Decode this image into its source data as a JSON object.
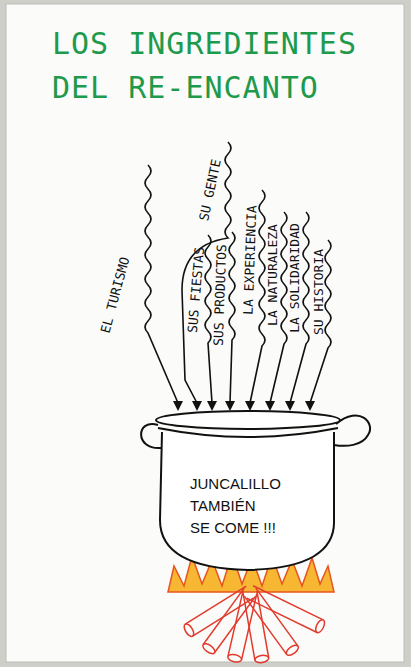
{
  "diagram": {
    "title": "LOS INGREDIENTES DEL RE-ENCANTO",
    "nodes": [
      {
        "text": [
          "JUNCALILLO TAMBIÉN SE COME !!!"
        ]
      }
    ],
    "labels": [
      "EL TURISMO",
      "SU GENTE",
      "SUS FIESTAS",
      "SUS PRODUCTOS",
      "LA EXPERIENCIA",
      "LA NATURALEZA",
      "LA SOLIDARIDAD",
      "SU HISTORIA"
    ]
  }
}
